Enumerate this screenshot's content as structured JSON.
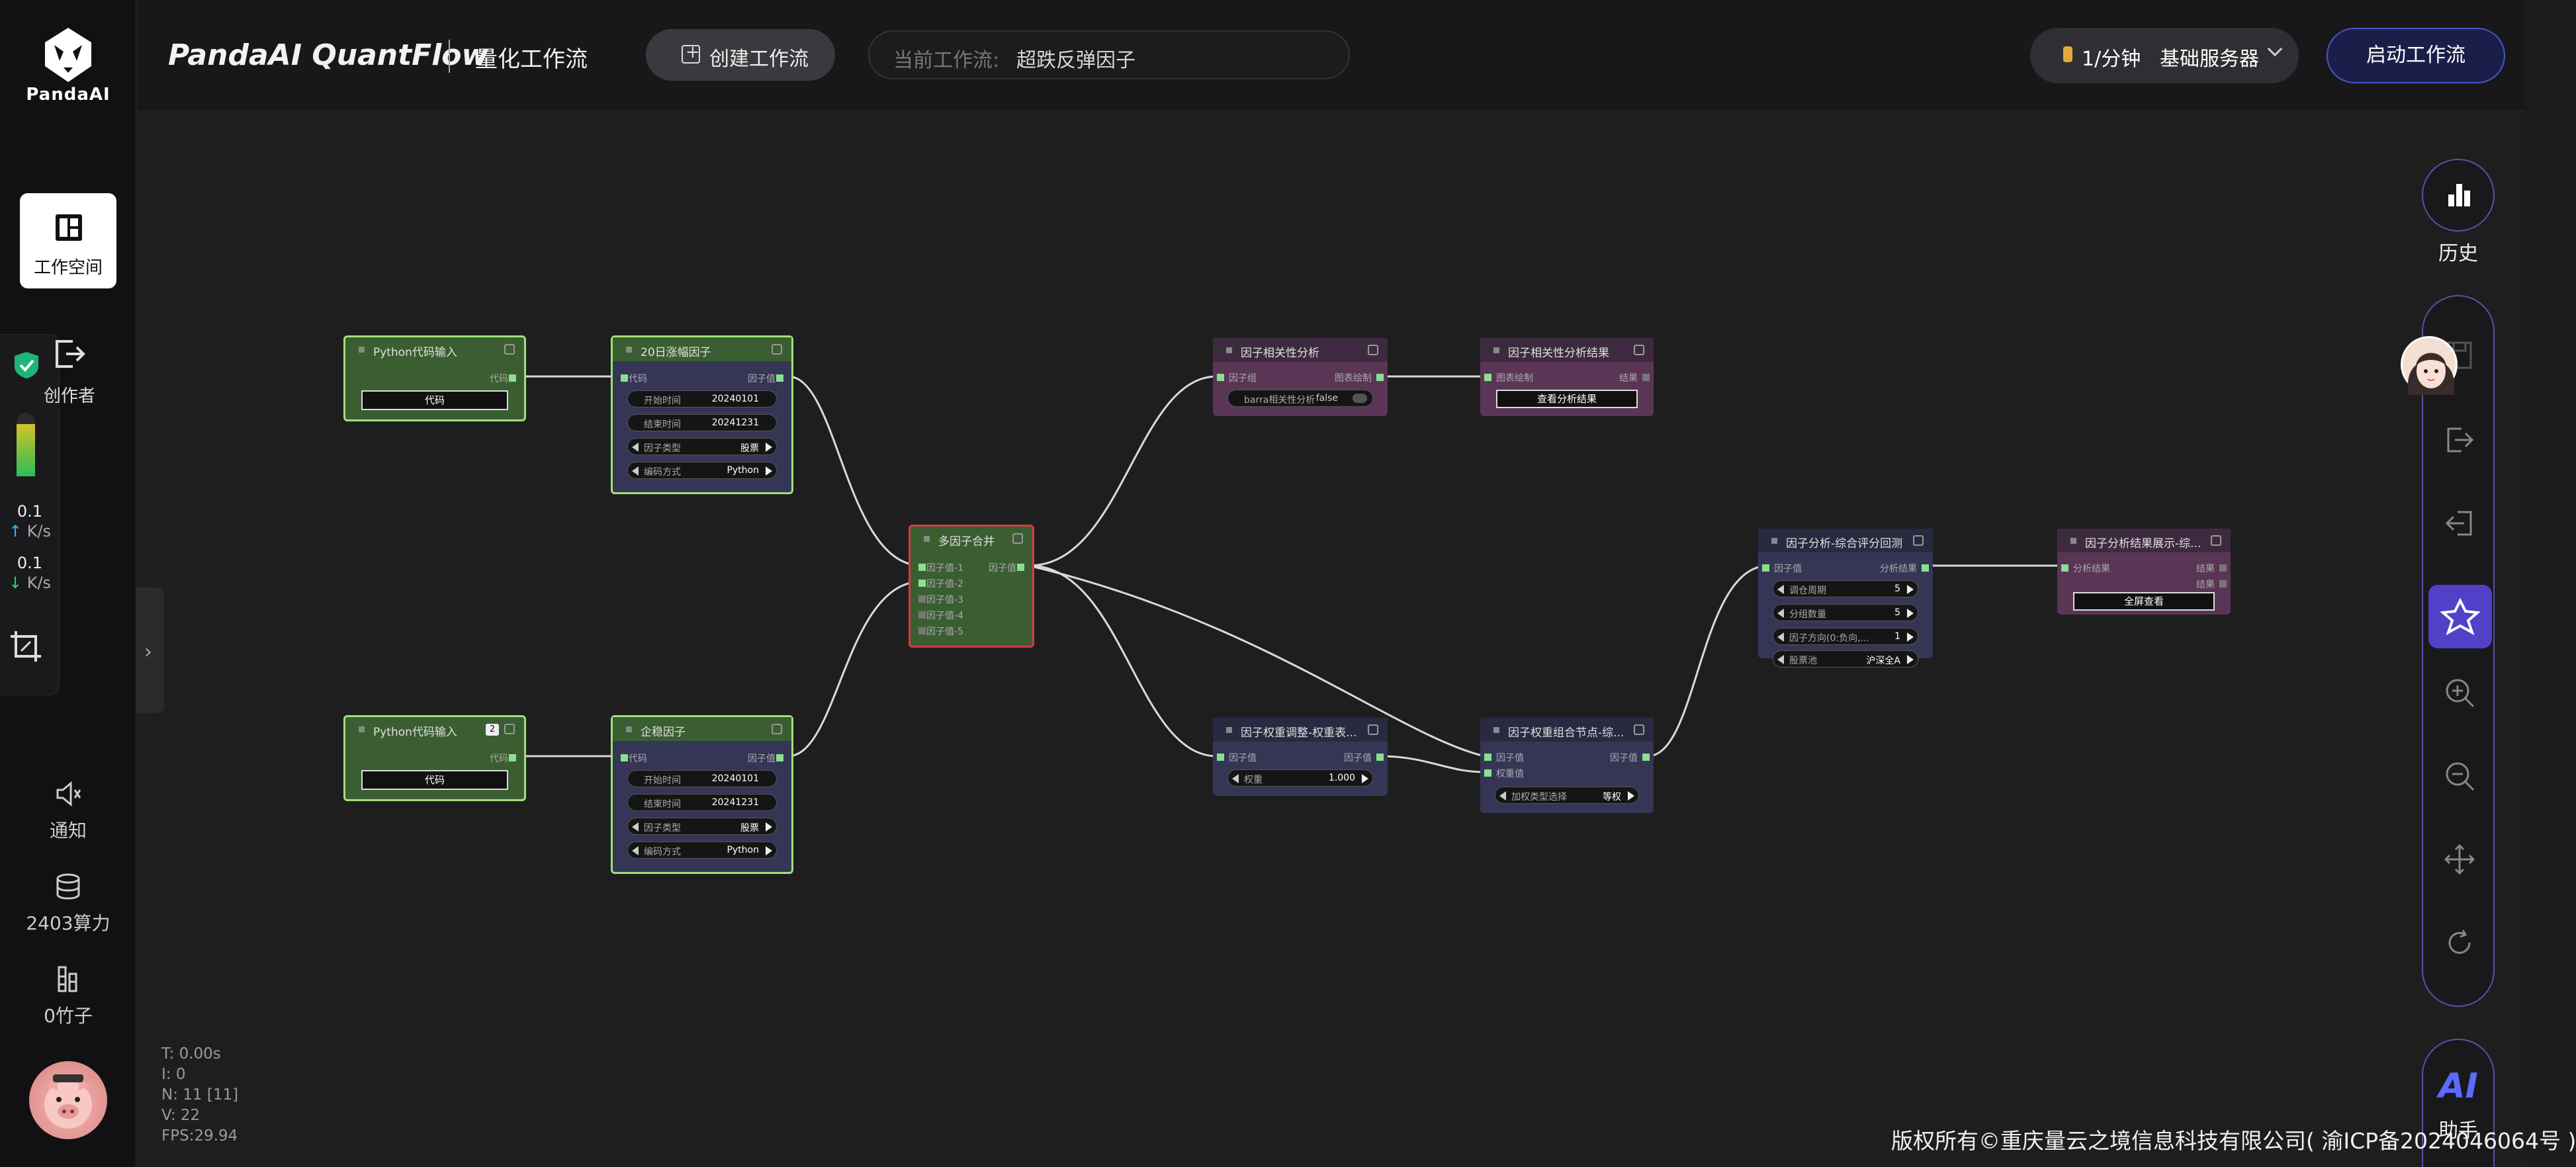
{
  "brand": {
    "logo_text": "PandaAI",
    "title": "PandaAI QuantFlow",
    "subtitle": "量化工作流"
  },
  "header": {
    "create_label": "创建工作流",
    "workflow_label": "当前工作流:",
    "workflow_value": "超跌反弹因子",
    "rate_value": "1/分钟",
    "server_value": "基础服务器",
    "start_label": "启动工作流"
  },
  "sidebar": {
    "workspace_label": "工作空间",
    "author_label": "创作者",
    "upload_rate": "0.1",
    "download_rate": "0.1",
    "rate_unit": "K/s",
    "notify_label": "通知",
    "compute_label": "2403算力",
    "bamboo_label": "0竹子",
    "gauge_level": 0.82
  },
  "right_panel": {
    "history_label": "历史",
    "ai_text": "AI",
    "assistant_label": "助手"
  },
  "stats": {
    "t": "T: 0.00s",
    "i": "I: 0",
    "n": "N: 11 [11]",
    "v": "V: 22",
    "fps": "FPS:29.94"
  },
  "copyright": "版权所有©重庆量云之境信息科技有限公司( 渝ICP备2024046064号 )",
  "nodes": {
    "py1": {
      "title": "Python代码输入",
      "out_label": "代码",
      "button": "代码"
    },
    "py2": {
      "title": "Python代码输入",
      "badge": "2",
      "out_label": "代码",
      "button": "代码"
    },
    "f20": {
      "title": "20日涨幅因子",
      "in_label": "代码",
      "out_label": "因子值",
      "start_k": "开始时间",
      "start_v": "20240101",
      "end_k": "结束时间",
      "end_v": "20241231",
      "type_k": "因子类型",
      "type_v": "股票",
      "code_k": "编码方式",
      "code_v": "Python"
    },
    "fq": {
      "title": "企稳因子",
      "in_label": "代码",
      "out_label": "因子值",
      "start_k": "开始时间",
      "start_v": "20240101",
      "end_k": "结束时间",
      "end_v": "20241231",
      "type_k": "因子类型",
      "type_v": "股票",
      "code_k": "编码方式",
      "code_v": "Python"
    },
    "merge": {
      "title": "多因子合并",
      "in1": "因子值-1",
      "in2": "因子值-2",
      "in3": "因子值-3",
      "in4": "因子值-4",
      "in5": "因子值-5",
      "out_label": "因子值"
    },
    "corr": {
      "title": "因子相关性分析",
      "in_label": "因子组",
      "out_label": "图表绘制",
      "toggle_k": "barra相关性分析",
      "toggle_v": "false"
    },
    "corr_res": {
      "title": "因子相关性分析结果",
      "in_label": "图表绘制",
      "out_label": "结果",
      "button": "查看分析结果"
    },
    "weight": {
      "title": "因子权重调整-权重表...",
      "in_label": "因子值",
      "out_label": "因子值",
      "k": "权重",
      "v": "1.000"
    },
    "combo": {
      "title": "因子权重组合节点-综...",
      "in1": "因子值",
      "in2": "权重值",
      "out_label": "因子值",
      "k": "加权类型选择",
      "v": "等权"
    },
    "analysis": {
      "title": "因子分析-综合评分回测",
      "in_label": "因子值",
      "out_label": "分析结果",
      "p1k": "调仓周期",
      "p1v": "5",
      "p2k": "分组数量",
      "p2v": "5",
      "p3k": "因子方向(0:负向,...",
      "p3v": "1",
      "p4k": "股票池",
      "p4v": "沪深全A"
    },
    "show": {
      "title": "因子分析结果展示-综...",
      "in_label": "分析结果",
      "out1": "结果",
      "out2": "结果",
      "button": "全屏查看"
    }
  },
  "colors": {
    "accent": "#5140c8",
    "pin": "#8ae08f",
    "edge": "#d9d9d9"
  }
}
